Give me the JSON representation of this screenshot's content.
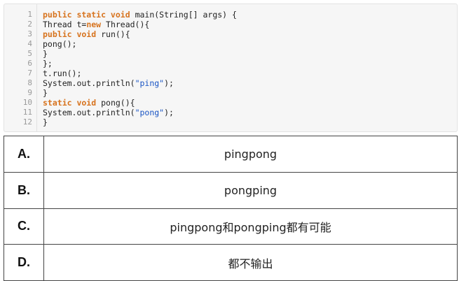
{
  "code": {
    "line_numbers": [
      "1",
      "2",
      "3",
      "4",
      "5",
      "6",
      "7",
      "8",
      "9",
      "10",
      "11",
      "12"
    ],
    "lines": [
      [
        {
          "t": "public static void ",
          "k": "kw"
        },
        {
          "t": "main(String[] args) {",
          "k": ""
        }
      ],
      [
        {
          "t": "Thread t=",
          "k": ""
        },
        {
          "t": "new ",
          "k": "kw"
        },
        {
          "t": "Thread(){",
          "k": ""
        }
      ],
      [
        {
          "t": "public void ",
          "k": "kw"
        },
        {
          "t": "run(){",
          "k": ""
        }
      ],
      [
        {
          "t": "pong();",
          "k": ""
        }
      ],
      [
        {
          "t": "}",
          "k": ""
        }
      ],
      [
        {
          "t": "};",
          "k": ""
        }
      ],
      [
        {
          "t": "t.run();",
          "k": ""
        }
      ],
      [
        {
          "t": "System.out.println(",
          "k": ""
        },
        {
          "t": "\"ping\"",
          "k": "str"
        },
        {
          "t": ");",
          "k": ""
        }
      ],
      [
        {
          "t": "}",
          "k": ""
        }
      ],
      [
        {
          "t": "static void ",
          "k": "kw"
        },
        {
          "t": "pong(){",
          "k": ""
        }
      ],
      [
        {
          "t": "System.out.println(",
          "k": ""
        },
        {
          "t": "\"pong\"",
          "k": "str"
        },
        {
          "t": ");",
          "k": ""
        }
      ],
      [
        {
          "t": "}",
          "k": ""
        }
      ]
    ]
  },
  "options": [
    {
      "letter": "A.",
      "text": "pingpong"
    },
    {
      "letter": "B.",
      "text": "pongping"
    },
    {
      "letter": "C.",
      "text": "pingpong和pongping都有可能"
    },
    {
      "letter": "D.",
      "text": "都不输出"
    }
  ],
  "colors": {
    "keyword": "#d7731e",
    "string": "#1a55c4",
    "code_bg": "#f6f6f6"
  }
}
